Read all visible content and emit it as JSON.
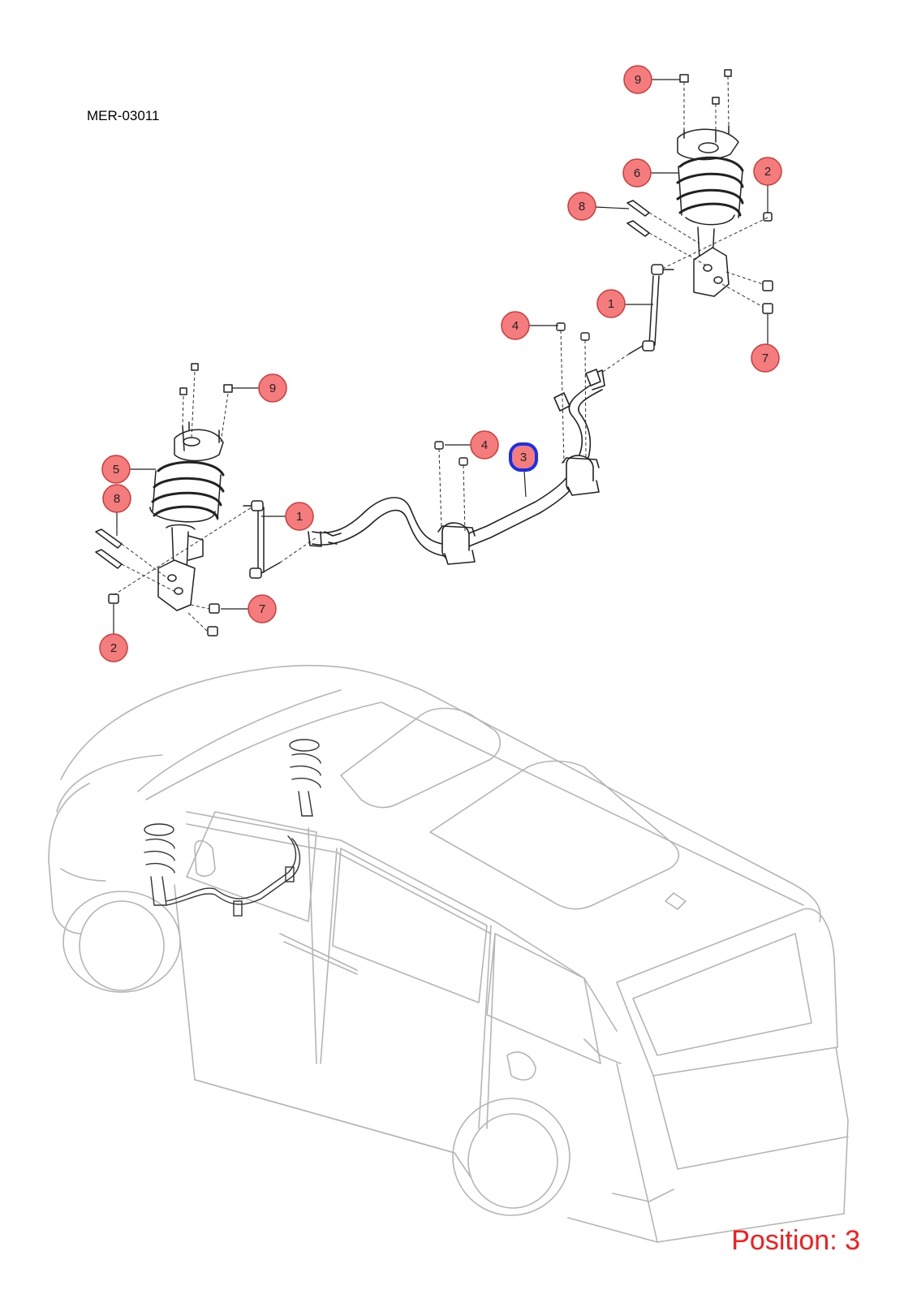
{
  "diagram": {
    "code": "MER-03011",
    "position_label": "Position: 3",
    "colors": {
      "callout_fill": "#f47c7c",
      "callout_stroke": "#d03a3a",
      "selected_stroke": "#1a2ef0",
      "position_text": "#ff1a1a",
      "line_art": "#333333",
      "vehicle_line": "#b5b5b5"
    },
    "selected_part": "3",
    "callouts": [
      {
        "id": "c9a",
        "label": "9"
      },
      {
        "id": "c6",
        "label": "6"
      },
      {
        "id": "c2a",
        "label": "2"
      },
      {
        "id": "c8a",
        "label": "8"
      },
      {
        "id": "c1a",
        "label": "1"
      },
      {
        "id": "c4a",
        "label": "4"
      },
      {
        "id": "c7a",
        "label": "7"
      },
      {
        "id": "c9b",
        "label": "9"
      },
      {
        "id": "c4b",
        "label": "4"
      },
      {
        "id": "c3",
        "label": "3"
      },
      {
        "id": "c5",
        "label": "5"
      },
      {
        "id": "c8b",
        "label": "8"
      },
      {
        "id": "c1b",
        "label": "1"
      },
      {
        "id": "c7b",
        "label": "7"
      },
      {
        "id": "c2b",
        "label": "2"
      }
    ]
  }
}
